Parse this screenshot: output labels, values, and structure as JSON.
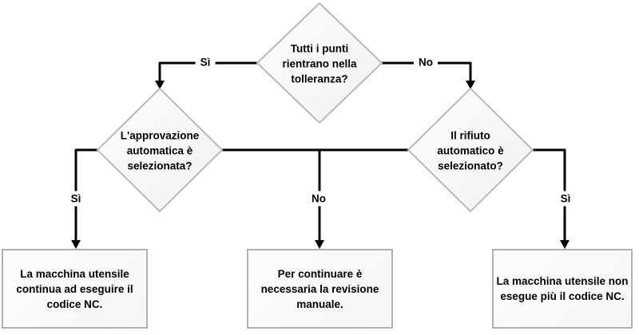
{
  "diagram": {
    "type": "flowchart",
    "language": "it",
    "decisions": {
      "top": {
        "label": "Tutti i punti\nrientrano nella\ntolleranza?"
      },
      "left": {
        "label": "L'approvazione\nautomatica è\nselezionata?"
      },
      "right": {
        "label": "Il rifiuto\nautomatico è\nselezionato?"
      }
    },
    "outcomes": {
      "left": {
        "label": "La macchina utensile\ncontinua ad eseguire il\ncodice NC."
      },
      "middle": {
        "label": "Per continuare è\nnecessaria la revisione\nmanuale."
      },
      "right": {
        "label": "La macchina utensile non\nesegue più il codice NC."
      }
    },
    "edge_labels": {
      "top_yes": "Sì",
      "top_no": "No",
      "left_yes": "Sì",
      "middle_no": "No",
      "right_yes": "Sì"
    },
    "colors": {
      "line": "#000000",
      "node_border": "#b9b9b9",
      "node_fill": "#fafafa",
      "text": "#000000",
      "canvas_background": "#ffffff"
    }
  }
}
